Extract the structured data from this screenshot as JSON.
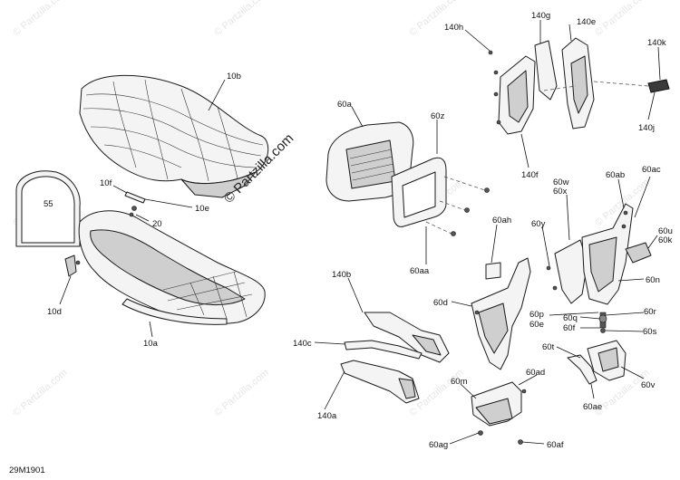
{
  "diagram": {
    "code": "29M1901",
    "watermark_text": "© Partzilla.com",
    "labels": [
      "10b",
      "10f",
      "55",
      "10e",
      "20",
      "10d",
      "10a",
      "60a",
      "60z",
      "60aa",
      "60ah",
      "60d",
      "60y",
      "140h",
      "140g",
      "140e",
      "140k",
      "140j",
      "140f",
      "60ab",
      "60ac",
      "60w",
      "60x",
      "60u",
      "60k",
      "60n",
      "60p",
      "60e",
      "60r",
      "60q",
      "60f",
      "60s",
      "60t",
      "60v",
      "60ae",
      "140b",
      "140c",
      "140a",
      "60m",
      "60ad",
      "60ag",
      "60af"
    ]
  }
}
